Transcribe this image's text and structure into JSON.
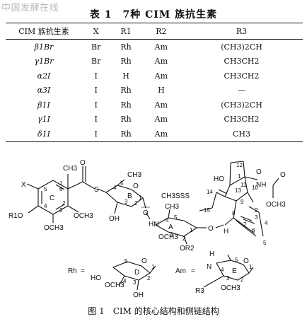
{
  "watermark": "中国发酵在线",
  "table": {
    "title": "表 1　7种 CIM 族抗生素",
    "headers": [
      "CIM 族抗生素",
      "X",
      "R1",
      "R2",
      "R3"
    ],
    "rows": [
      {
        "name": "β1Br",
        "x": "Br",
        "r1": "Rh",
        "r2": "Am",
        "r3": "(CH3)2CH"
      },
      {
        "name": "γ1Br",
        "x": "Br",
        "r1": "Rh",
        "r2": "Am",
        "r3": "CH3CH2"
      },
      {
        "name": "α2I",
        "x": "I",
        "r1": "H",
        "r2": "Am",
        "r3": "CH3CH2"
      },
      {
        "name": "α3I",
        "x": "I",
        "r1": "Rh",
        "r2": "H",
        "r3": "—"
      },
      {
        "name": "β1I",
        "x": "I",
        "r1": "Rh",
        "r2": "Am",
        "r3": "(CH3)2CH"
      },
      {
        "name": "γ1I",
        "x": "I",
        "r1": "Rh",
        "r2": "Am",
        "r3": "CH3CH2"
      },
      {
        "name": "δ1I",
        "x": "I",
        "r1": "Rh",
        "r2": "Am",
        "r3": "CH3"
      }
    ]
  },
  "figure": {
    "caption": "图 1　CIM 的核心结构和侧链结构",
    "labels": {
      "x": "X",
      "ch3": "CH3",
      "r1o": "R1O",
      "och3": "OCH3",
      "ring_c": "C",
      "ring_b": "B",
      "s": "S",
      "o": "O",
      "oh": "OH",
      "hn": "HN",
      "ch3sss": "CH3SSS",
      "ho": "HO",
      "nh": "NH",
      "h": "H",
      "ring_a": "A",
      "or2": "OR2",
      "rh": "Rh",
      "am": "Am",
      "ring_d": "D",
      "ring_e": "E",
      "n": "N",
      "r3": "R3",
      "eq": "="
    }
  }
}
